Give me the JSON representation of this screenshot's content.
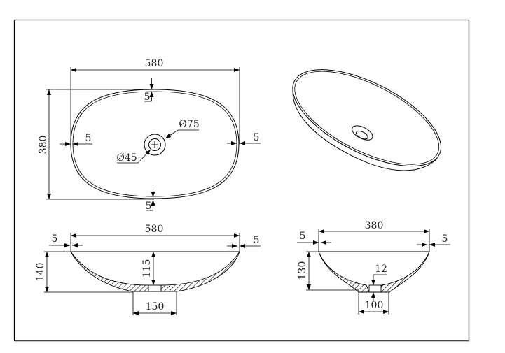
{
  "drawing": {
    "type": "technical-drawing",
    "subject": "oval vessel basin",
    "units": "mm"
  },
  "top_view": {
    "overall_length": "580",
    "overall_width": "380",
    "rim_left": "5",
    "rim_right": "5",
    "rim_top": "5",
    "rim_bottom": "5",
    "outer_drain_diameter": "Ø75",
    "inner_drain_diameter": "Ø45"
  },
  "long_section": {
    "overall_length": "580",
    "rim_left": "5",
    "rim_right": "5",
    "overall_height": "140",
    "inner_depth": "115",
    "base_width": "150"
  },
  "short_section": {
    "overall_width": "380",
    "rim_left": "5",
    "rim_right": "5",
    "overall_height": "130",
    "bottom_thickness": "12",
    "base_width": "100"
  },
  "perspective_view": {
    "label": ""
  }
}
